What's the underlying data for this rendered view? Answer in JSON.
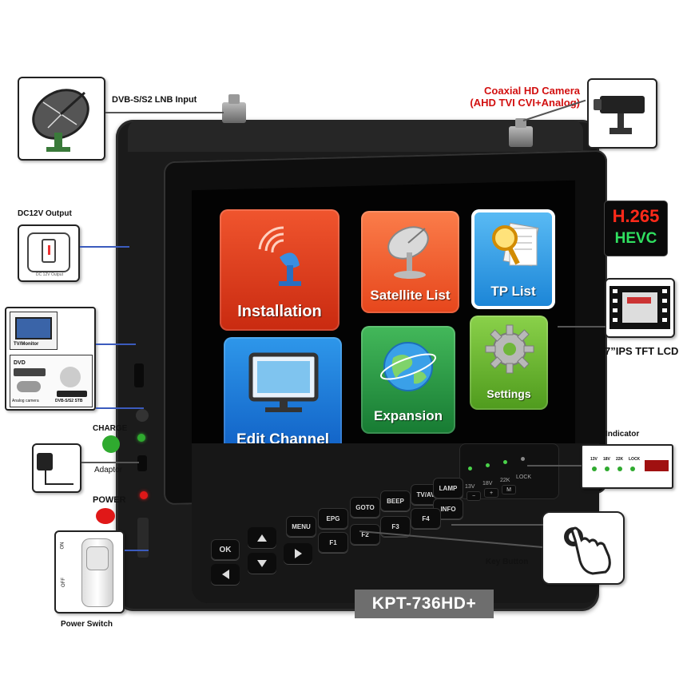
{
  "labels": {
    "lnb_input": "DVB-S/S2 LNB Input",
    "coaxial_title": "Coaxial HD Camera",
    "coaxial_sub": "(AHD TVI CVI+Analog)",
    "dc_output": "DC12V Output",
    "charge": "CHARGE",
    "adaptor": "Adaptor",
    "power": "POWER",
    "power_switch": "Power Switch",
    "lcd": "7”IPS TFT LCD",
    "indicator": "Indicator",
    "key_button": "Key Button",
    "model": "KPT-736HD+",
    "hevc_codec": "H.265",
    "hevc_name": "HEVC",
    "tv_monitor": "TV/Monitor",
    "dvd": "DVD",
    "analog_camera": "Analog camera",
    "stb": "DVB-S/S2 STB",
    "switch_on": "ON",
    "switch_off": "OFF",
    "dc_caption": "DC 12V Output"
  },
  "menu_tiles": [
    {
      "label": "Installation"
    },
    {
      "label": "Satellite List"
    },
    {
      "label": "TP List"
    },
    {
      "label": "Edit Channel"
    },
    {
      "label": "Expansion"
    },
    {
      "label": "Settings"
    }
  ],
  "keys": {
    "row_top": [
      "GOTO",
      "BEEP",
      "TV/AV",
      "LAMP"
    ],
    "row_mid": [
      "MENU",
      "EPG",
      "INFO"
    ],
    "row_fn": [
      "F1",
      "F2",
      "F3",
      "F4"
    ],
    "ok": "OK"
  },
  "leds": [
    "13V",
    "18V",
    "22K",
    "LOCK"
  ],
  "mini_keys": [
    "−",
    "+",
    "M"
  ],
  "colors": {
    "device": "#1b1b1b",
    "charge_led": "#2faa2f",
    "power_led": "#e01818",
    "accent_red": "#d21010",
    "hevc_red": "#ff2a1a",
    "hevc_green": "#30e060",
    "connector_line": "#3b5bbd"
  }
}
